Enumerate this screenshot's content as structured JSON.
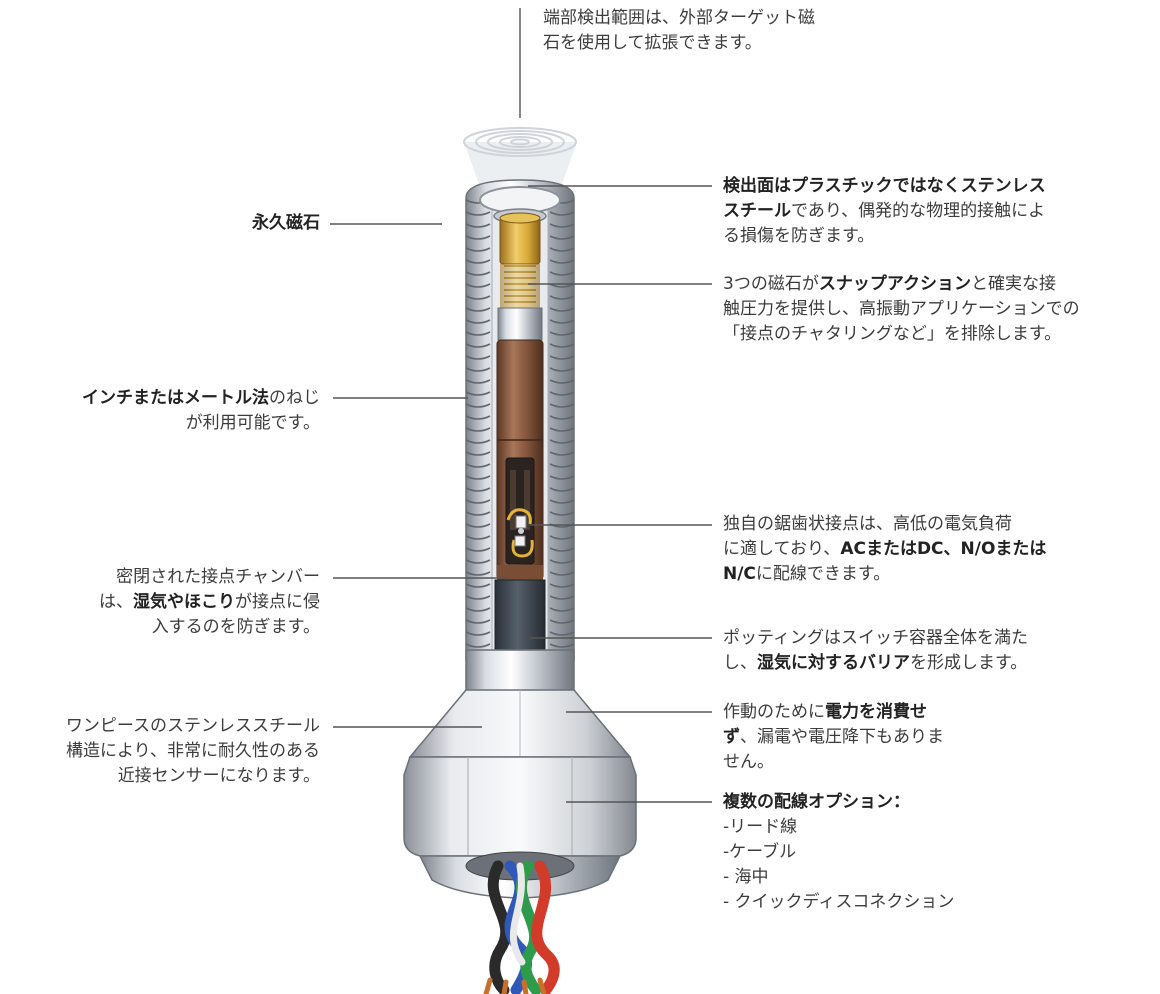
{
  "top_callout": {
    "line1": "端部検出範囲は、外部ターゲット磁",
    "line2": "石を使用して拡張できます。"
  },
  "left_callouts": {
    "permanent_magnet": "永久磁石",
    "threads": {
      "bold1": "インチまたはメートル法",
      "rest1": "のねじ",
      "line2": "が利用可能です。"
    },
    "sealed_chamber": {
      "line1": "密閉された接点チャンバー",
      "pre2": "は、",
      "bold2": "湿気やほこり",
      "post2": "が接点に侵",
      "line3": "入するのを防ぎます。"
    },
    "one_piece": {
      "line1": "ワンピースのステンレススチール",
      "line2": "構造により、非常に耐久性のある",
      "line3": "近接センサーになります。"
    }
  },
  "right_callouts": {
    "stainless_face": {
      "bold1": "検出面はプラスチックではなくステンレス",
      "bold2": "スチール",
      "rest2": "であり、偶発的な物理的接触によ",
      "line3": "る損傷を防ぎます。"
    },
    "three_magnets": {
      "pre1": "3つの磁石が",
      "bold1": "スナップアクション",
      "post1": "と確実な接",
      "line2": "触圧力を提供し、高振動アプリケーションでの",
      "line3": "「接点のチャタリングなど」を排除します。"
    },
    "contacts": {
      "line1": "独自の鋸歯状接点は、高低の電気負荷",
      "pre2": "に適しており、",
      "bold2": "ACまたはDC、N/Oまたは",
      "bold3": "N/C",
      "post3": "に配線できます。"
    },
    "potting": {
      "line1": "ポッティングはスイッチ容器全体を満た",
      "pre2": "し、",
      "bold2": "湿気に対するバリア",
      "post2": "を形成します。"
    },
    "no_power": {
      "pre1": "作動のために",
      "bold1": "電力を消費せ",
      "bold2": "ず",
      "post2": "、漏電や電圧降下もありま",
      "line3": "せん。"
    },
    "wiring": {
      "title": "複数の配線オプション：",
      "items": [
        "-リード線",
        "-ケーブル",
        "- 海中",
        "- クイックディスコネクション"
      ]
    }
  },
  "colors": {
    "steel_light": "#eef0f3",
    "steel_dark": "#8a9099",
    "brass": "#d8a93a",
    "copper_body": "#8a5a40",
    "potting": "#3d4650",
    "wire_red": "#d23a2a",
    "wire_green": "#2e9b4a",
    "wire_blue": "#2f58b8",
    "wire_black": "#2a2a2a",
    "wire_white": "#e9e9e9",
    "leader_line": "#555555"
  }
}
